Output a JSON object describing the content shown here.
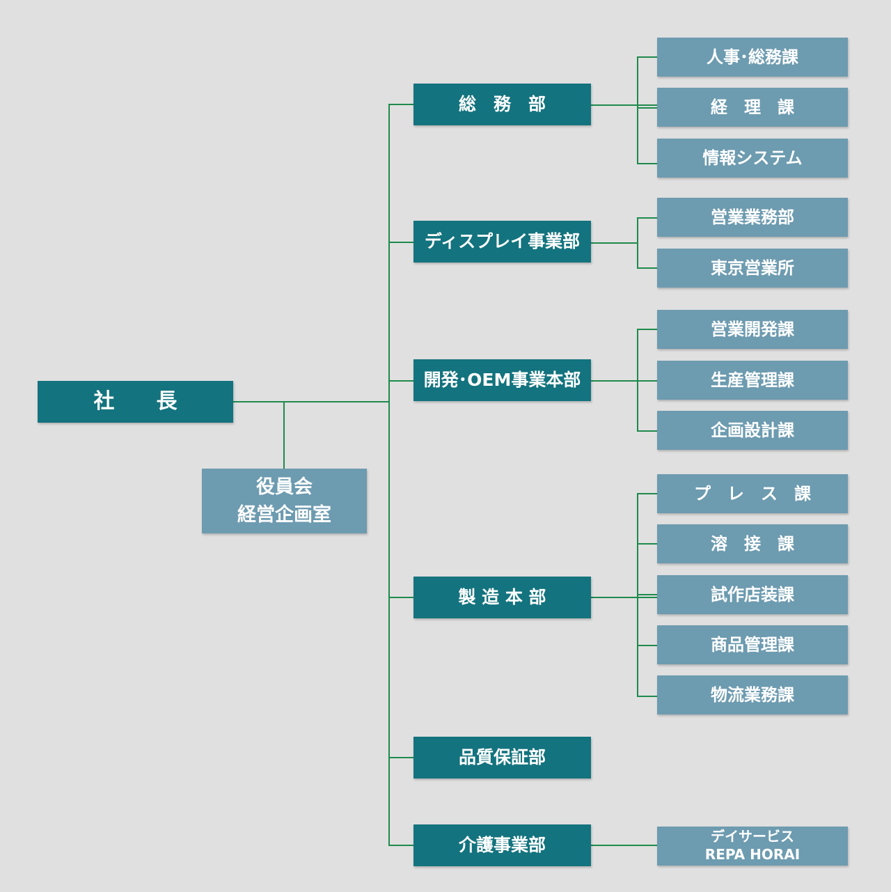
{
  "chart": {
    "president": "社　　長",
    "board": "役員会\n経営企画室",
    "departments": [
      {
        "label": "総　務　部",
        "sections": [
          "人事･総務課",
          "経　理　課",
          "情報システム"
        ]
      },
      {
        "label": "ディスプレイ事業部",
        "sections": [
          "営業業務部",
          "東京営業所"
        ]
      },
      {
        "label": "開発･OEM事業本部",
        "sections": [
          "営業開発課",
          "生産管理課",
          "企画設計課"
        ]
      },
      {
        "label": "製 造 本 部",
        "sections": [
          "プ　レ　ス　課",
          "溶　接　課",
          "試作店装課",
          "商品管理課",
          "物流業務課"
        ]
      },
      {
        "label": "品質保証部",
        "sections": []
      },
      {
        "label": "介護事業部",
        "sections": [
          "デイサービス\nREPA HORAI"
        ]
      }
    ]
  },
  "colors": {
    "background": "#e0e0e0",
    "dark_box": "#13737e",
    "light_box": "#6d9bb0",
    "connector": "#1e8a4c",
    "text": "#ffffff"
  }
}
